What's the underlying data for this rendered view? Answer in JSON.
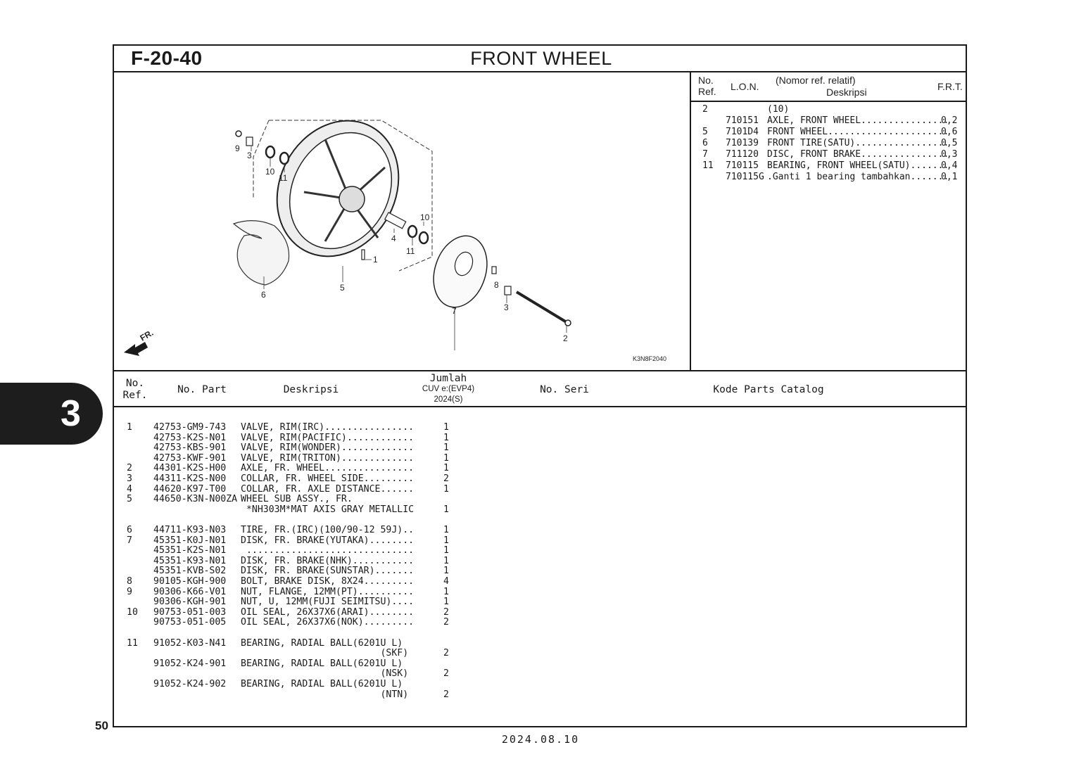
{
  "header": {
    "code": "F-20-40",
    "title": "FRONT WHEEL"
  },
  "diagram": {
    "image_code": "K3N8F2040",
    "direction_label": "FR.",
    "callouts": [
      "9",
      "3",
      "10",
      "11",
      "5",
      "6",
      "1",
      "4",
      "11",
      "10",
      "7",
      "8",
      "3",
      "2"
    ]
  },
  "frt": {
    "headers": {
      "no_ref": "No.\nRef.",
      "lon": "L.O.N.",
      "nomor": "(Nomor ref. relatif)",
      "deskripsi": "Deskripsi",
      "frt": "F.R.T."
    },
    "rows": [
      {
        "ref": "2",
        "lon": "",
        "desc": "(10)",
        "frt": ""
      },
      {
        "ref": "",
        "lon": "710151",
        "desc": "AXLE, FRONT WHEEL................",
        "frt": "0,2"
      },
      {
        "ref": "5",
        "lon": "7101D4",
        "desc": "FRONT WHEEL......................",
        "frt": "0,6"
      },
      {
        "ref": "6",
        "lon": "710139",
        "desc": "FRONT TIRE(SATU).................",
        "frt": "0,5"
      },
      {
        "ref": "7",
        "lon": "711120",
        "desc": "DISC, FRONT BRAKE................",
        "frt": "0,3"
      },
      {
        "ref": "11",
        "lon": "710115",
        "desc": "BEARING, FRONT WHEEL(SATU).......",
        "frt": "0,4"
      },
      {
        "ref": "",
        "lon": "710115G",
        "desc": ".Ganti 1 bearing tambahkan.......",
        "frt": "0,1"
      }
    ]
  },
  "table_header": {
    "no_ref": "No.\nRef.",
    "no_part": "No. Part",
    "deskripsi": "Deskripsi",
    "jumlah": "Jumlah",
    "model": "CUV e:(EVP4)",
    "year": "2024(S)",
    "no_seri": "No. Seri",
    "kode": "Kode Parts Catalog"
  },
  "parts": [
    {
      "line": 0,
      "ref": "1",
      "part": "42753-GM9-743",
      "desc": "VALVE, RIM(IRC)................",
      "qty": "1"
    },
    {
      "line": 1,
      "ref": "",
      "part": "42753-K2S-N01",
      "desc": "VALVE, RIM(PACIFIC)............",
      "qty": "1"
    },
    {
      "line": 2,
      "ref": "",
      "part": "42753-KBS-901",
      "desc": "VALVE, RIM(WONDER).............",
      "qty": "1"
    },
    {
      "line": 3,
      "ref": "",
      "part": "42753-KWF-901",
      "desc": "VALVE, RIM(TRITON).............",
      "qty": "1"
    },
    {
      "line": 4,
      "ref": "2",
      "part": "44301-K2S-H00",
      "desc": "AXLE, FR. WHEEL................",
      "qty": "1"
    },
    {
      "line": 5,
      "ref": "3",
      "part": "44311-K2S-N00",
      "desc": "COLLAR, FR. WHEEL SIDE.........",
      "qty": "2"
    },
    {
      "line": 6,
      "ref": "4",
      "part": "44620-K97-T00",
      "desc": "COLLAR, FR. AXLE DISTANCE......",
      "qty": "1"
    },
    {
      "line": 7,
      "ref": "5",
      "part": "44650-K3N-N00ZA",
      "desc": "WHEEL SUB ASSY., FR.",
      "qty": ""
    },
    {
      "line": 8,
      "ref": "",
      "part": "",
      "desc": " *NH303M*MAT AXIS GRAY METALLIC",
      "qty": "1"
    },
    {
      "line": 10,
      "ref": "6",
      "part": "44711-K93-N03",
      "desc": "TIRE, FR.(IRC)(100/90-12 59J)..",
      "qty": "1"
    },
    {
      "line": 11,
      "ref": "7",
      "part": "45351-K0J-N01",
      "desc": "DISK, FR. BRAKE(YUTAKA)........",
      "qty": "1"
    },
    {
      "line": 12,
      "ref": "",
      "part": "45351-K2S-N01",
      "desc": " ..............................",
      "qty": "1"
    },
    {
      "line": 13,
      "ref": "",
      "part": "45351-K93-N01",
      "desc": "DISK, FR. BRAKE(NHK)...........",
      "qty": "1"
    },
    {
      "line": 14,
      "ref": "",
      "part": "45351-KVB-S02",
      "desc": "DISK, FR. BRAKE(SUNSTAR).......",
      "qty": "1"
    },
    {
      "line": 15,
      "ref": "8",
      "part": "90105-KGH-900",
      "desc": "BOLT, BRAKE DISK, 8X24.........",
      "qty": "4"
    },
    {
      "line": 16,
      "ref": "9",
      "part": "90306-K66-V01",
      "desc": "NUT, FLANGE, 12MM(PT)..........",
      "qty": "1"
    },
    {
      "line": 17,
      "ref": "",
      "part": "90306-KGH-901",
      "desc": "NUT, U, 12MM(FUJI SEIMITSU)....",
      "qty": "1"
    },
    {
      "line": 18,
      "ref": "10",
      "part": "90753-051-003",
      "desc": "OIL SEAL, 26X37X6(ARAI)........",
      "qty": "2"
    },
    {
      "line": 19,
      "ref": "",
      "part": "90753-051-005",
      "desc": "OIL SEAL, 26X37X6(NOK).........",
      "qty": "2"
    },
    {
      "line": 21,
      "ref": "11",
      "part": "91052-K03-N41",
      "desc": "BEARING, RADIAL BALL(6201U L)",
      "qty": ""
    },
    {
      "line": 22,
      "ref": "",
      "part": "",
      "desc": "                         (SKF)",
      "qty": "2"
    },
    {
      "line": 23,
      "ref": "",
      "part": "91052-K24-901",
      "desc": "BEARING, RADIAL BALL(6201U L)",
      "qty": ""
    },
    {
      "line": 24,
      "ref": "",
      "part": "",
      "desc": "                         (NSK)",
      "qty": "2"
    },
    {
      "line": 25,
      "ref": "",
      "part": "91052-K24-902",
      "desc": "BEARING, RADIAL BALL(6201U L)",
      "qty": ""
    },
    {
      "line": 26,
      "ref": "",
      "part": "",
      "desc": "                         (NTN)",
      "qty": "2"
    }
  ],
  "section_tab": "3",
  "page_number": "50",
  "date": "2024.08.10"
}
